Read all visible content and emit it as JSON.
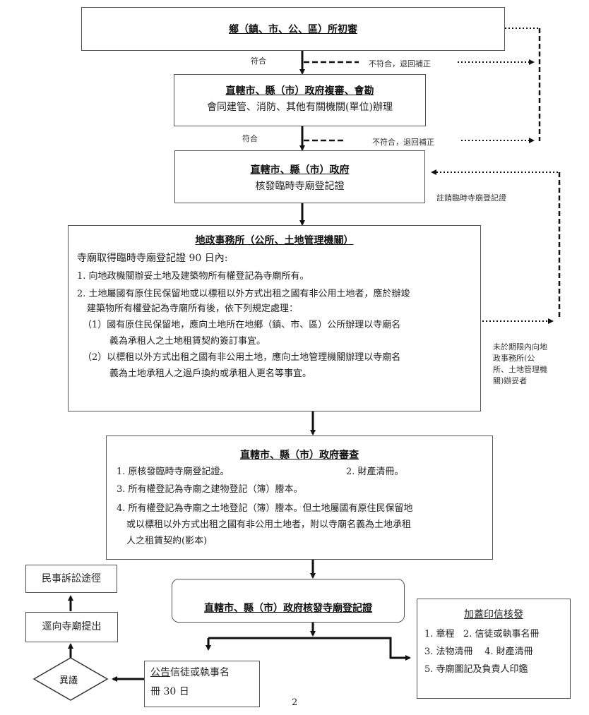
{
  "step1": {
    "title": "鄉（鎮、市、公、區）所初審"
  },
  "step2": {
    "title": "直轄市、縣（市）政府複審、會勘",
    "subtitle": "會同建管、消防、其他有關機關(單位)辦理"
  },
  "step3": {
    "title": "直轄市、縣（市）政府",
    "subtitle": "核發臨時寺廟登記證"
  },
  "step4": {
    "title": "地政事務所（公所、土地管理機關）",
    "intro": "寺廟取得臨時寺廟登記證 90 日內:",
    "items": [
      "1. 向地政機關辦妥土地及建築物所有權登記為寺廟所有。",
      "2. 土地屬國有原住民保留地或以標租以外方式出租之國有非公用土地者，應於辦竣",
      "建築物所有權登記為寺廟所有後，依下列規定處理：",
      "（1）國有原住民保留地，應向土地所在地鄉（鎮、市、區）公所辦理以寺廟名",
      "義為承租人之土地租賃契約簽訂事宜。",
      "（2）以標租以外方式出租之國有非公用土地，應向土地管理機關辦理以寺廟名",
      "義為土地承租人之過戶換約或承租人更名等事宜。"
    ]
  },
  "step5": {
    "title": "直轄市、縣（市）政府審查",
    "item1": "1.  原核發臨時寺廟登記證。",
    "item2": "2.  財產清冊。",
    "items": [
      "3. 所有權登記為寺廟之建物登記（簿）謄本。",
      "4. 所有權登記為寺廟之土地登記（簿）謄本。但土地屬國有原住民保留地",
      "或以標租以外方式出租之國有非公用土地者，附以寺廟名義為土地承租",
      "人之租賃契約(影本)"
    ]
  },
  "step6": {
    "title": "直轄市、縣（市）政府核發寺廟登記證"
  },
  "announce": {
    "underlined": "公告",
    "rest": "信徒或執事名",
    "line2": "冊 30 日"
  },
  "objection": {
    "label": "異議"
  },
  "raise": {
    "label": "逕向寺廟提出"
  },
  "civil": {
    "label": "民事訴訟途徑"
  },
  "seal": {
    "title": "加蓋印信核發",
    "lines": [
      "1. 章程   2. 信徒或執事名冊",
      "3. 法物清冊    4. 財產清冊",
      "5. 寺廟圖記及負責人印鑑"
    ]
  },
  "labels": {
    "pass1": "符合",
    "fail1": "不符合，退回補正",
    "pass2": "符合",
    "fail2": "不符合，退回補正",
    "cancel": "註銷臨時寺廟登記證",
    "overdue": [
      "未於期限內向地",
      "政事務所(公",
      "所、土地管理機",
      "關)辦妥者"
    ]
  },
  "page_number": "2"
}
